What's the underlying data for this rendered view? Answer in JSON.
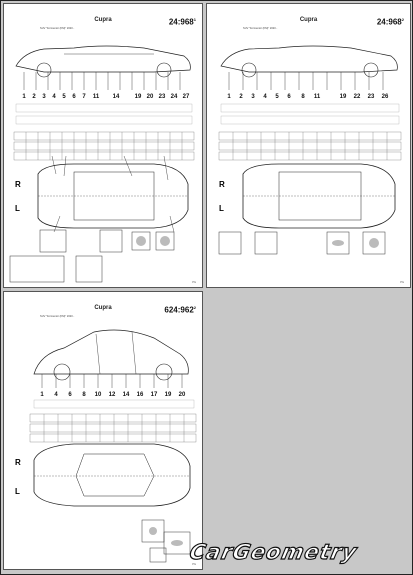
{
  "pages": [
    {
      "title": "Cupra",
      "number": "24:968",
      "number_sup": "1",
      "subtitle": "SUV \"Formentor (KM)\" 2020 -",
      "footer": "PG"
    },
    {
      "title": "Cupra",
      "number": "24:968",
      "number_sup": "2",
      "subtitle": "SUV \"Formentor (KM)\" 2020 -",
      "footer": "PG"
    },
    {
      "title": "Cupra",
      "number": "624:962",
      "number_sup": "2",
      "subtitle": "SUV \"Formentor (KM)\" 2020 -",
      "footer": "PG"
    }
  ],
  "side_labels": {
    "right": "R",
    "left": "L"
  },
  "logo": {
    "text": "CarGeometry"
  },
  "colors": {
    "background": "#c8c8c8",
    "page": "#ffffff",
    "ink": "#111111"
  }
}
